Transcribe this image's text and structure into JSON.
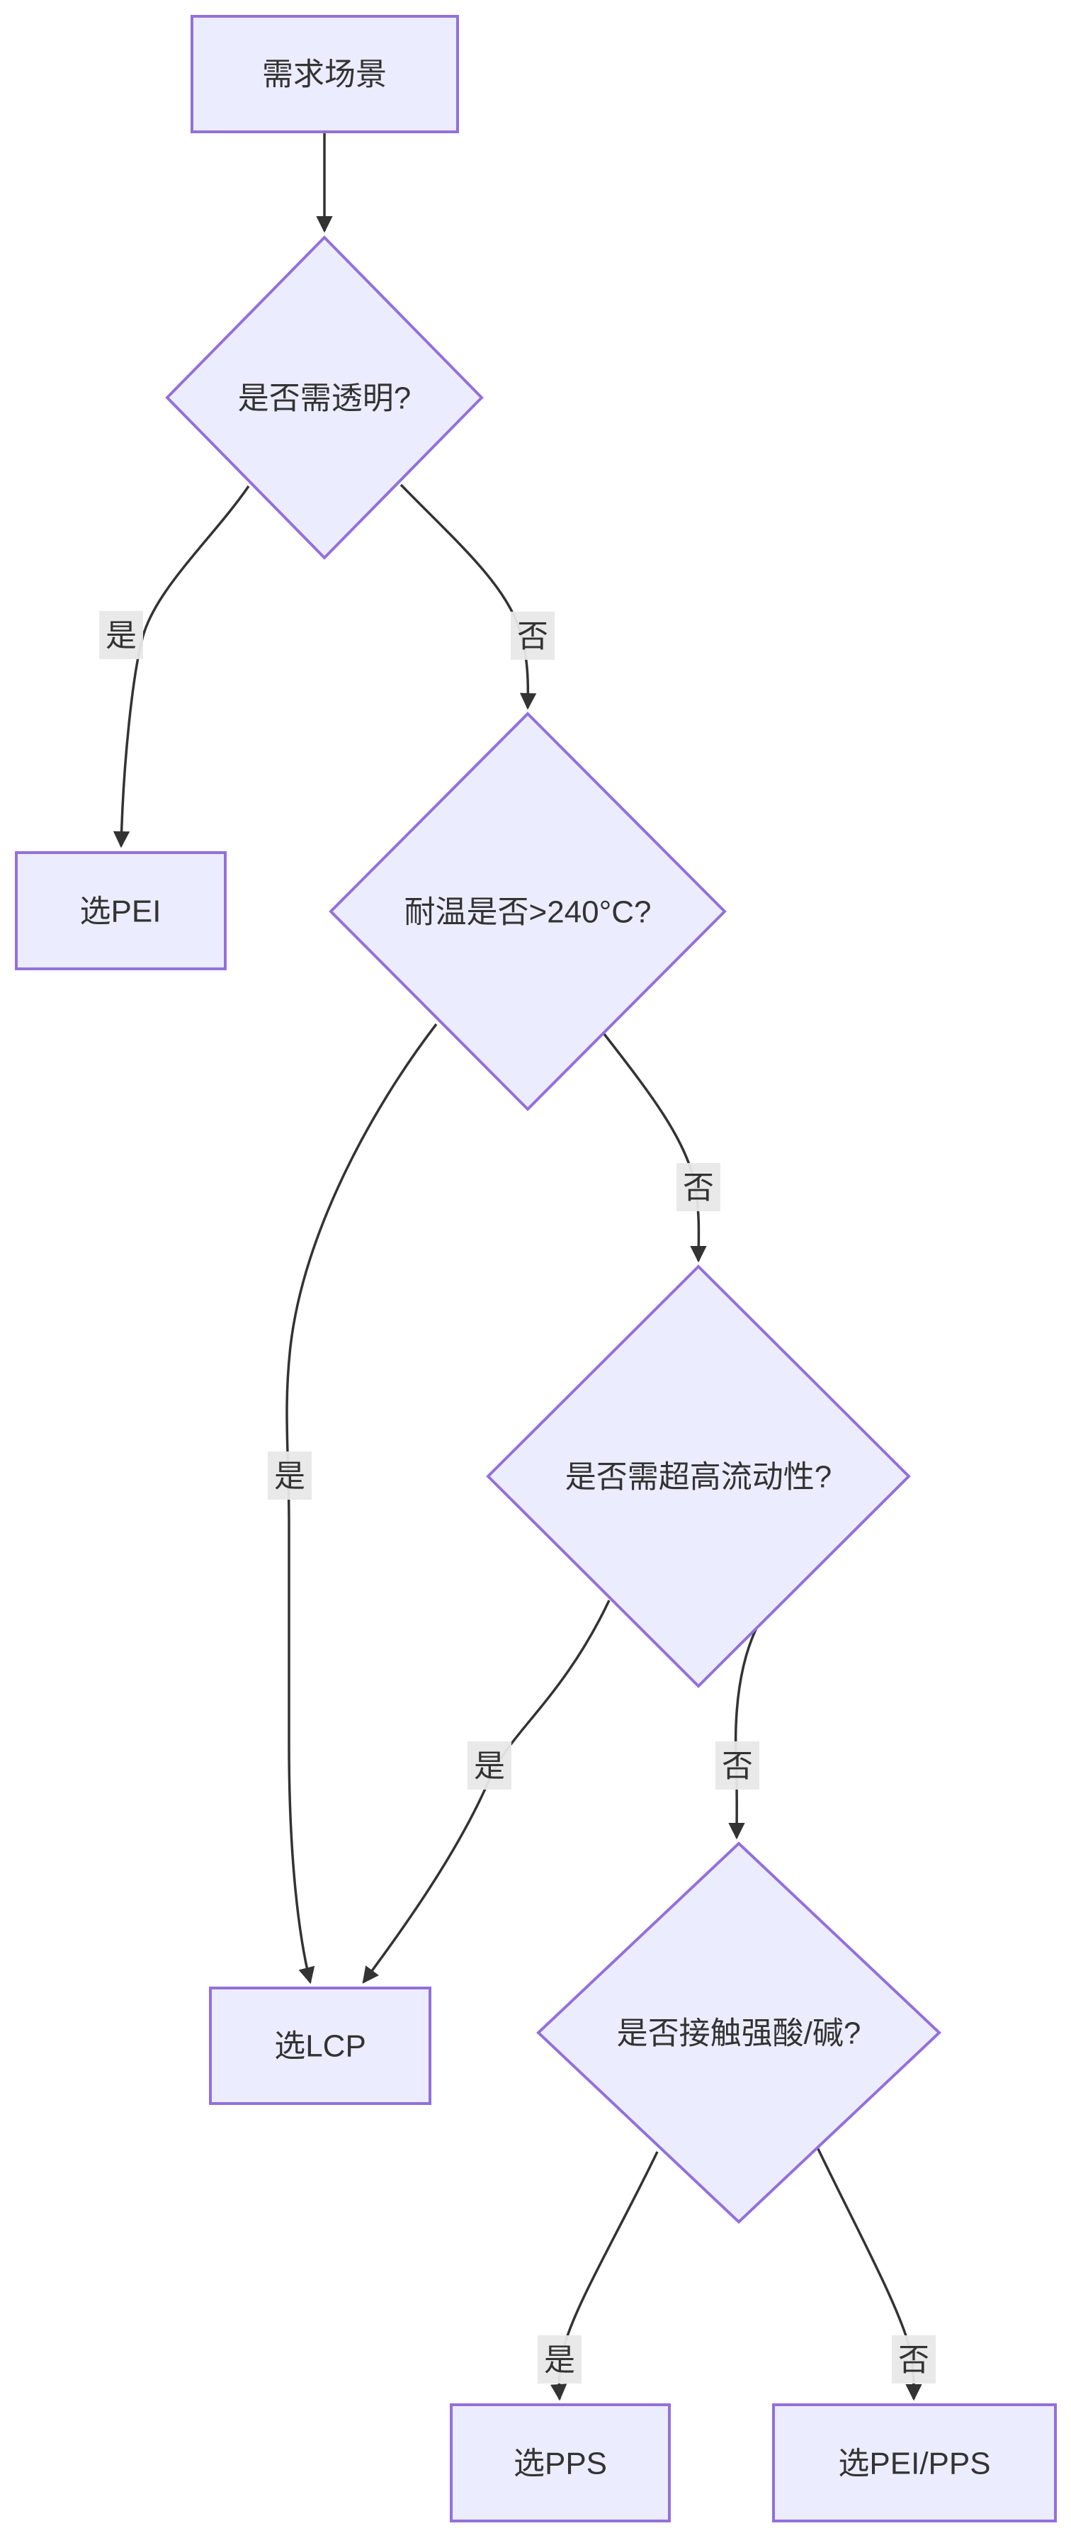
{
  "diagram": {
    "background_color": "#ffffff",
    "node_fill_color": "#ececff",
    "node_border_color": "#9370db",
    "edge_color": "#333333",
    "edge_label_bg_color": "#e8e8e8",
    "text_color": "#333333",
    "nodes": {
      "start": {
        "label": "需求场景",
        "shape": "rectangle"
      },
      "transparent_decision": {
        "label": "是否需透明?",
        "shape": "diamond"
      },
      "choose_pei": {
        "label": "选PEI",
        "shape": "rectangle"
      },
      "temperature_decision": {
        "label": "耐温是否>240°C?",
        "shape": "diamond"
      },
      "flowability_decision": {
        "label": "是否需超高流动性?",
        "shape": "diamond"
      },
      "choose_lcp": {
        "label": "选LCP",
        "shape": "rectangle"
      },
      "acid_alkali_decision": {
        "label": "是否接触强酸/碱?",
        "shape": "diamond"
      },
      "choose_pps": {
        "label": "选PPS",
        "shape": "rectangle"
      },
      "choose_pei_pps": {
        "label": "选PEI/PPS",
        "shape": "rectangle"
      }
    },
    "edges": [
      {
        "from": "start",
        "to": "transparent_decision",
        "label": ""
      },
      {
        "from": "transparent_decision",
        "to": "choose_pei",
        "label": "是"
      },
      {
        "from": "transparent_decision",
        "to": "temperature_decision",
        "label": "否"
      },
      {
        "from": "temperature_decision",
        "to": "choose_lcp",
        "label": "是"
      },
      {
        "from": "temperature_decision",
        "to": "flowability_decision",
        "label": "否"
      },
      {
        "from": "flowability_decision",
        "to": "choose_lcp",
        "label": "是"
      },
      {
        "from": "flowability_decision",
        "to": "acid_alkali_decision",
        "label": "否"
      },
      {
        "from": "acid_alkali_decision",
        "to": "choose_pps",
        "label": "是"
      },
      {
        "from": "acid_alkali_decision",
        "to": "choose_pei_pps",
        "label": "否"
      }
    ]
  }
}
